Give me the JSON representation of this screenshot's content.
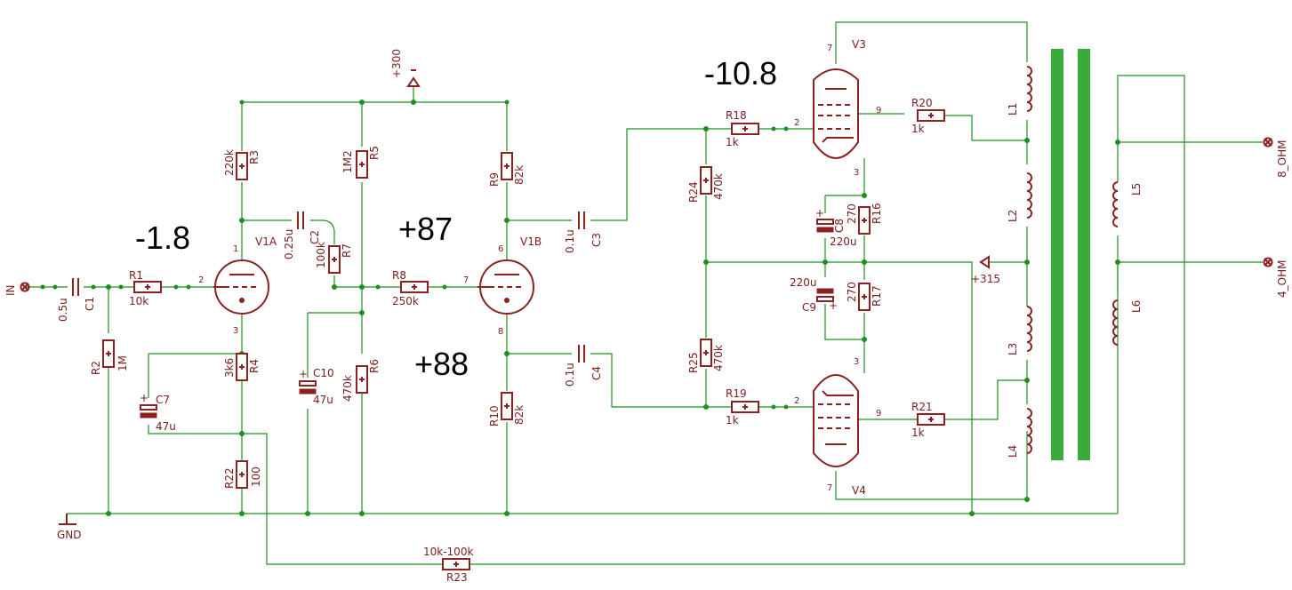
{
  "big_labels": [
    "-1.8",
    "+87",
    "+88",
    "-10.8"
  ],
  "supply": {
    "b_plus": "+300",
    "b_plus2": "+315",
    "ground": "GND"
  },
  "terminals": {
    "in": "IN",
    "out8": "8_OHM",
    "out4": "4_OHM"
  },
  "tubes": {
    "v1a": "V1A",
    "v1b": "V1B",
    "v3": "V3",
    "v4": "V4"
  },
  "pins": {
    "v1a_plate": "1",
    "v1a_grid": "2",
    "v1a_cath": "3",
    "v1b_plate": "6",
    "v1b_grid": "7",
    "v1b_cath": "8",
    "v3_top": "7",
    "v3_grid": "2",
    "v3_screen": "9",
    "v3_cath": "3",
    "v4_top": "3",
    "v4_grid": "2",
    "v4_screen": "9",
    "v4_bottom": "7"
  },
  "parts": {
    "c1": {
      "name": "C1",
      "value": "0.5u"
    },
    "r1": {
      "name": "R1",
      "value": "10k"
    },
    "r2": {
      "name": "R2",
      "value": "1M"
    },
    "r3": {
      "name": "R3",
      "value": "220k"
    },
    "c2": {
      "name": "C2",
      "value": "0.25u"
    },
    "r7": {
      "name": "R7",
      "value": "100k"
    },
    "r4": {
      "name": "R4",
      "value": "3k6"
    },
    "c7": {
      "name": "C7",
      "value": "47u"
    },
    "r22": {
      "name": "R22",
      "value": "100"
    },
    "r5": {
      "name": "R5",
      "value": "1M2"
    },
    "r8": {
      "name": "R8",
      "value": "250k"
    },
    "c10": {
      "name": "C10",
      "value": "47u"
    },
    "r6": {
      "name": "R6",
      "value": "470k"
    },
    "r9": {
      "name": "R9",
      "value": "82k"
    },
    "c3": {
      "name": "C3",
      "value": "0.1u"
    },
    "c4": {
      "name": "C4",
      "value": "0.1u"
    },
    "r10": {
      "name": "R10",
      "value": "82k"
    },
    "r18": {
      "name": "R18",
      "value": "1k"
    },
    "r24": {
      "name": "R24",
      "value": "470k"
    },
    "r25": {
      "name": "R25",
      "value": "470k"
    },
    "r19": {
      "name": "R19",
      "value": "1k"
    },
    "r20": {
      "name": "R20",
      "value": "1k"
    },
    "r21": {
      "name": "R21",
      "value": "1k"
    },
    "c8": {
      "name": "C8",
      "value": "220u"
    },
    "r16": {
      "name": "R16",
      "value": "270"
    },
    "c9": {
      "name": "C9",
      "value": "220u"
    },
    "r17": {
      "name": "R17",
      "value": "270"
    },
    "r23": {
      "name": "R23",
      "value": "10k-100k"
    },
    "l1": {
      "name": "L1"
    },
    "l2": {
      "name": "L2"
    },
    "l3": {
      "name": "L3"
    },
    "l4": {
      "name": "L4"
    },
    "l5": {
      "name": "L5"
    },
    "l6": {
      "name": "L6"
    }
  },
  "colors": {
    "wire": "#1f8f1f",
    "part": "#8a2222",
    "core": "#3aaa3a",
    "annotation": "#000000"
  }
}
